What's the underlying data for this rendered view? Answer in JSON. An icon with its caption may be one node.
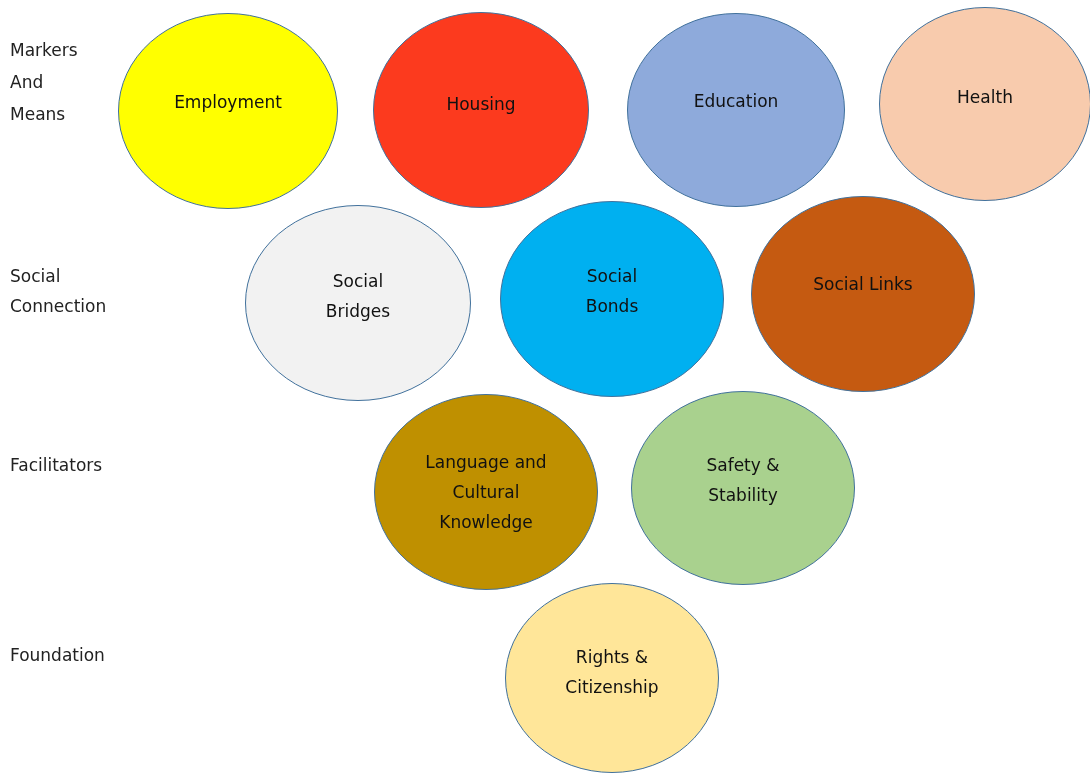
{
  "diagram": {
    "nodes": [
      {
        "text": [
          "Employment"
        ]
      },
      {
        "text": [
          "Housing"
        ]
      },
      {
        "text": [
          "Education"
        ]
      },
      {
        "text": [
          "Health"
        ]
      },
      {
        "text": [
          "Social Bridges"
        ]
      },
      {
        "text": [
          "Social Bonds"
        ]
      },
      {
        "text": [
          "Social Links"
        ]
      },
      {
        "text": [
          "Language and Cultural Knowledge"
        ]
      },
      {
        "text": [
          "Safety & Stability"
        ]
      },
      {
        "text": [
          "Rights & Citizenship"
        ]
      }
    ],
    "labels": [
      "Markers And Means",
      "Social Connection",
      "Facilitators",
      "Foundation"
    ]
  }
}
